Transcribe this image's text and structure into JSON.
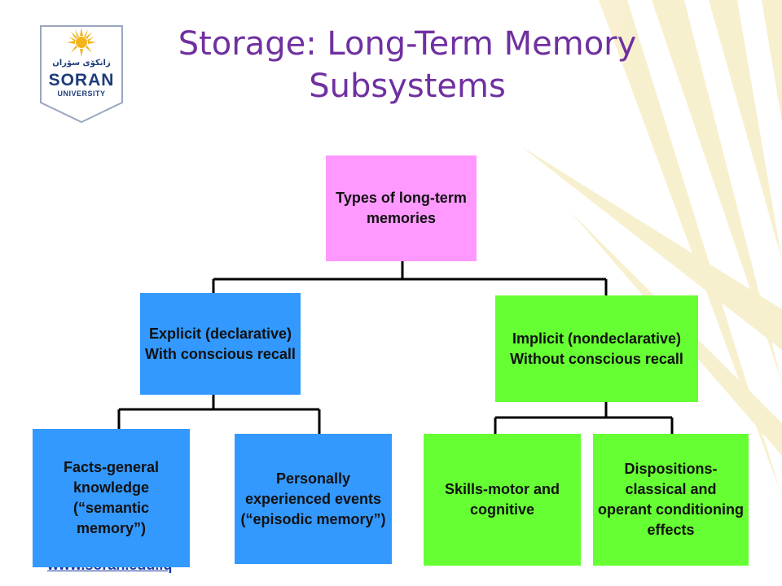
{
  "slide": {
    "title": "Storage: Long-Term Memory Subsystems",
    "footer_link": "www.soran.edu.iq"
  },
  "logo": {
    "arabic_text": "زانکۆی سۆران",
    "name": "SORAN",
    "subtitle": "UNIVERSITY"
  },
  "diagram": {
    "root": "Types of long-term memories",
    "explicit": "Explicit (declarative) With conscious recall",
    "implicit": "Implicit (nondeclarative) Without conscious recall",
    "semantic": "Facts-general knowledge (“semantic memory”)",
    "episodic": "Personally experienced events (“episodic memory”)",
    "skills": "Skills-motor and cognitive",
    "dispositions": "Dispositions- classical and operant conditioning effects"
  },
  "colors": {
    "title": "#7030a0",
    "root_box": "#ff99ff",
    "explicit_boxes": "#3399ff",
    "implicit_boxes": "#66ff33",
    "rays": "#f3e6b0"
  }
}
